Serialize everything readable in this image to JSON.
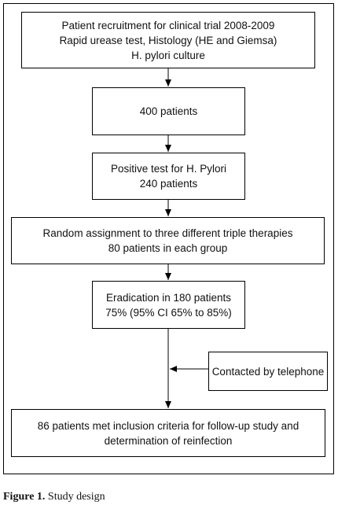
{
  "diagram": {
    "boxes": [
      {
        "id": "recruitment",
        "lines": [
          "Patient recruitment for clinical trial 2008-2009",
          "Rapid urease test, Histology (HE and Giemsa)",
          "H. pylori culture"
        ]
      },
      {
        "id": "enrolled",
        "lines": [
          "400 patients"
        ]
      },
      {
        "id": "positive",
        "lines": [
          "Positive test for H. Pylori",
          "240 patients"
        ]
      },
      {
        "id": "randomized",
        "lines": [
          "Random assignment to three different triple therapies",
          "80 patients in each group"
        ]
      },
      {
        "id": "eradication",
        "lines": [
          "Eradication in 180 patients",
          "75% (95% CI 65% to 85%)"
        ]
      },
      {
        "id": "telephone",
        "lines": [
          "Contacted by telephone"
        ]
      },
      {
        "id": "followup",
        "lines": [
          "86 patients met inclusion criteria for follow-up study and",
          "determination of reinfection"
        ]
      }
    ]
  },
  "caption": {
    "label": "Figure 1.",
    "text": " Study design"
  }
}
